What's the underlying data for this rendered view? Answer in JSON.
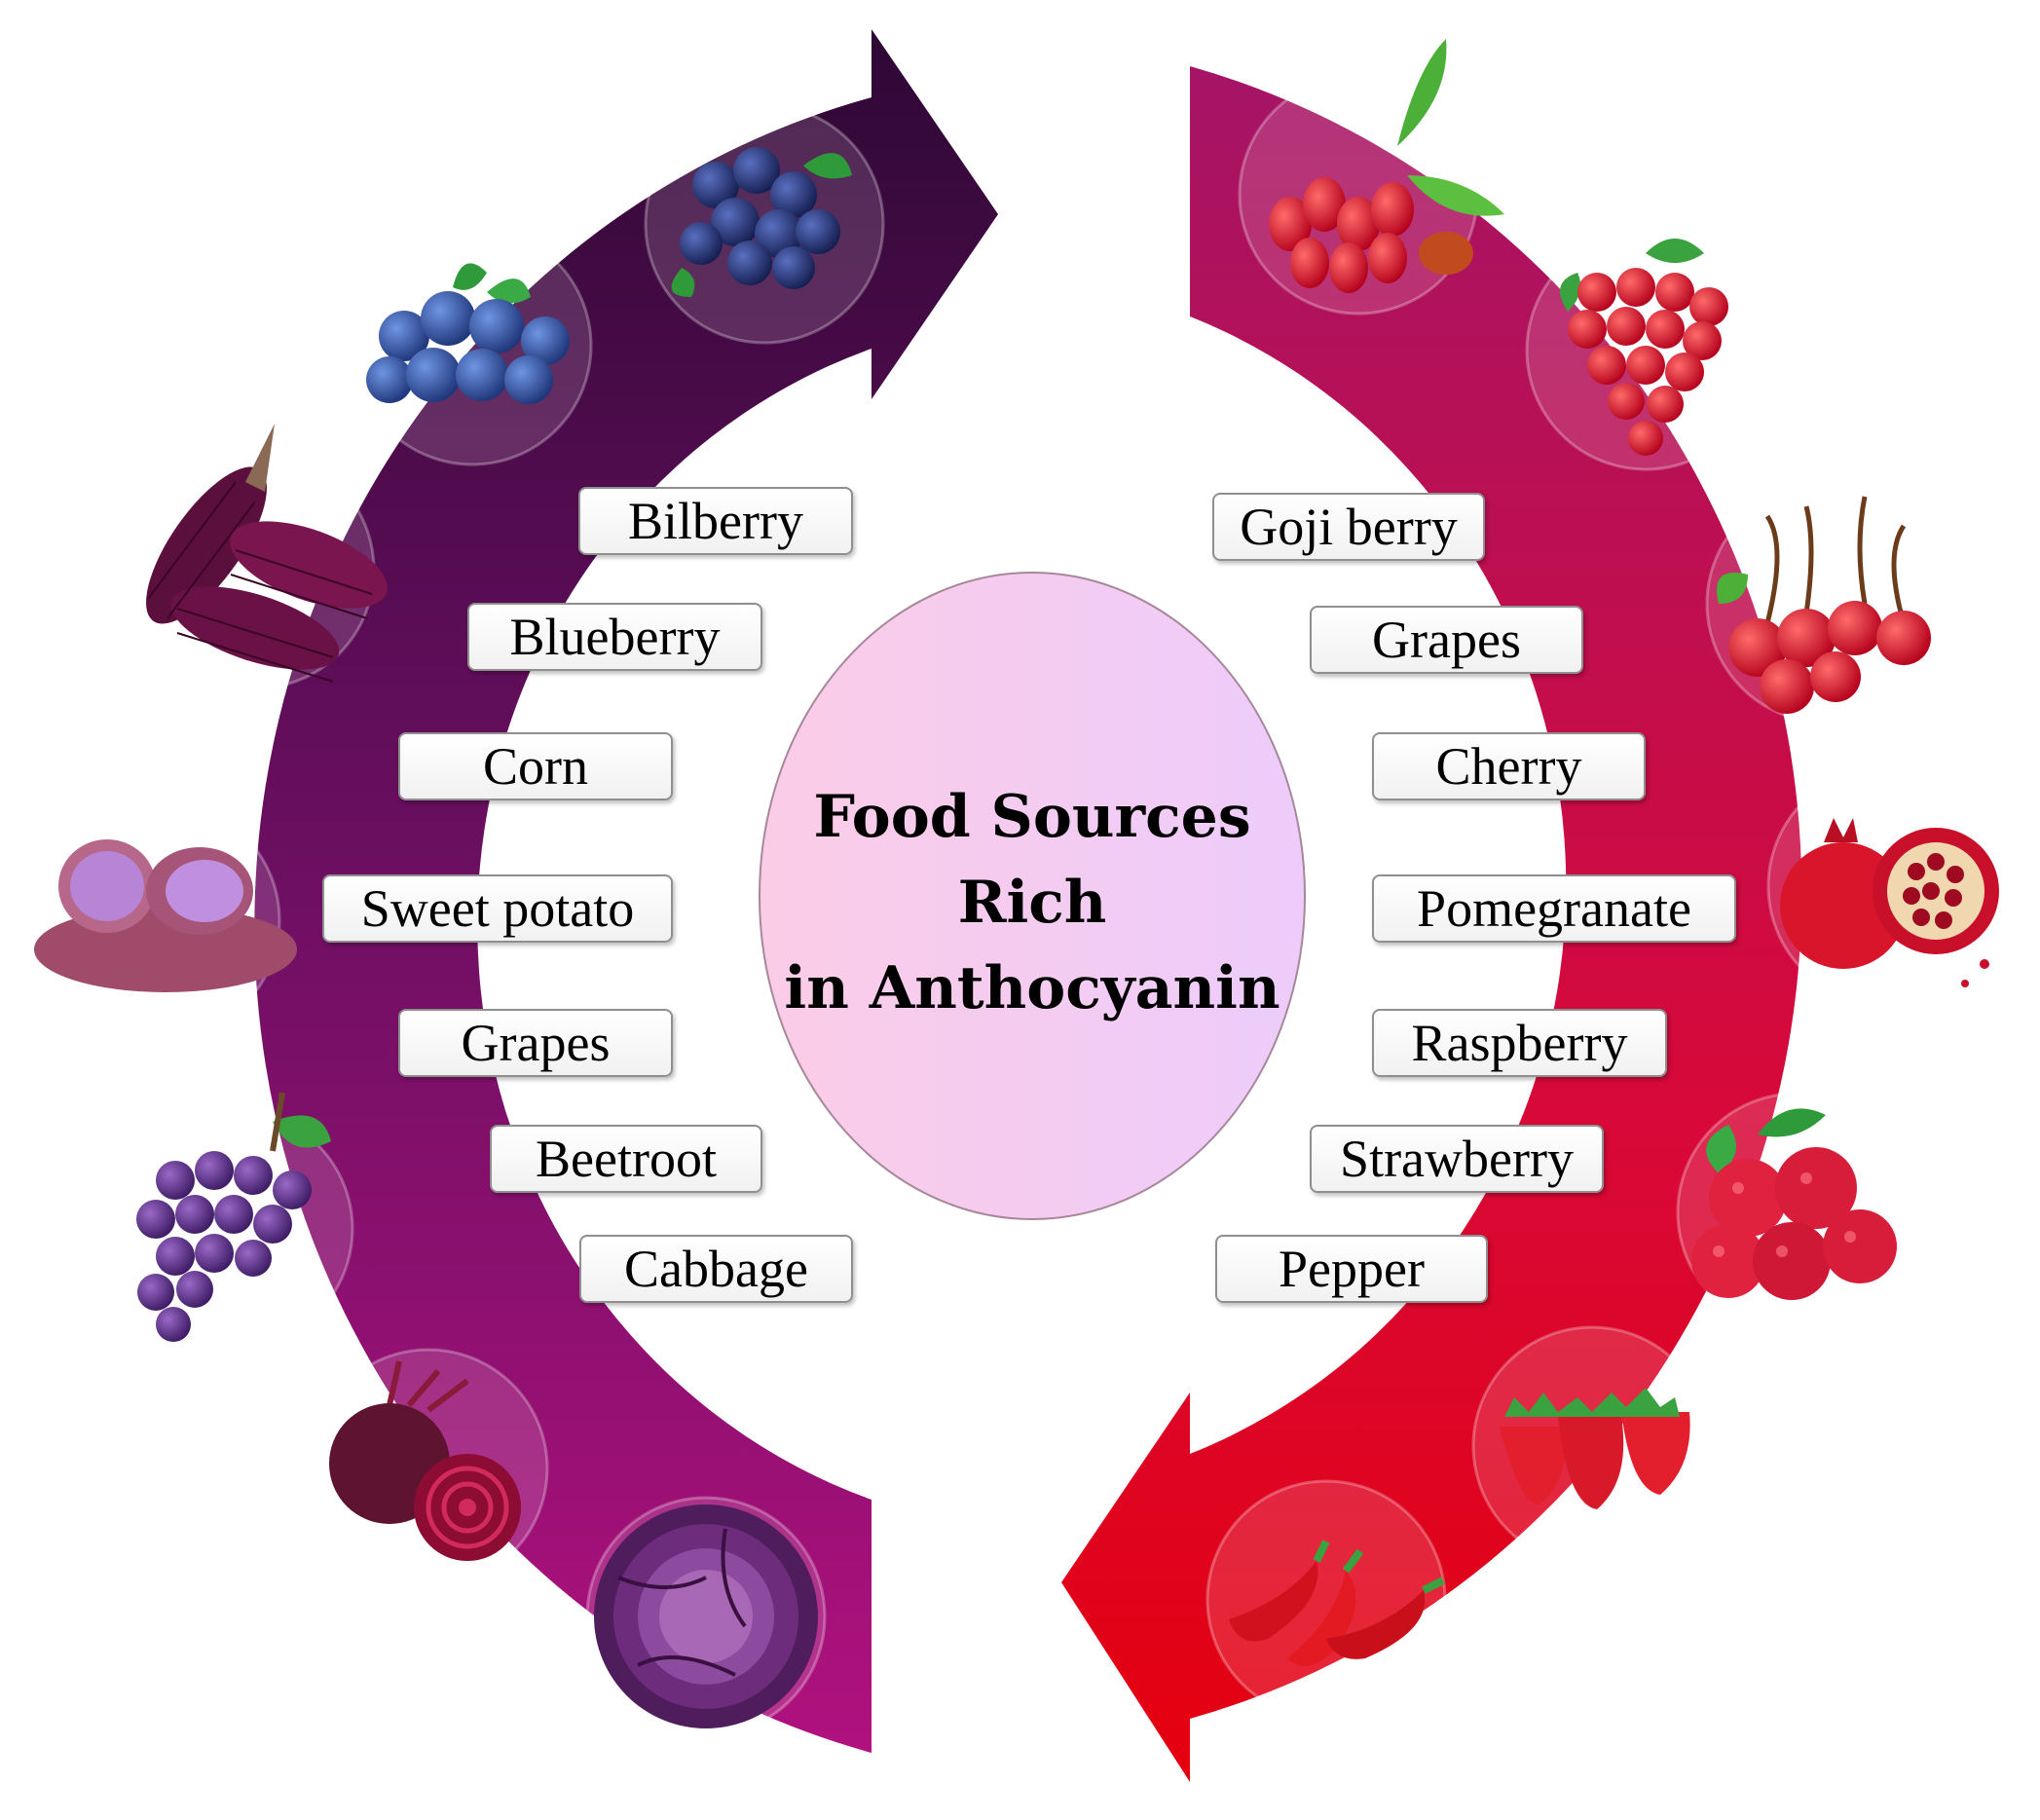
{
  "center": {
    "line1": "Food Sources",
    "line2": "Rich",
    "line3": "in Anthocyanin"
  },
  "left_items": [
    {
      "label": "Bilberry",
      "icon": "bilberry-icon"
    },
    {
      "label": "Blueberry",
      "icon": "blueberry-icon"
    },
    {
      "label": "Corn",
      "icon": "purple-corn-icon"
    },
    {
      "label": "Sweet potato",
      "icon": "sweet-potato-icon"
    },
    {
      "label": "Grapes",
      "icon": "purple-grapes-icon"
    },
    {
      "label": "Beetroot",
      "icon": "beetroot-icon"
    },
    {
      "label": "Cabbage",
      "icon": "red-cabbage-icon"
    }
  ],
  "right_items": [
    {
      "label": "Goji berry",
      "icon": "goji-berry-icon"
    },
    {
      "label": "Grapes",
      "icon": "red-grapes-icon"
    },
    {
      "label": "Cherry",
      "icon": "cherry-icon"
    },
    {
      "label": "Pomegranate",
      "icon": "pomegranate-icon"
    },
    {
      "label": "Raspberry",
      "icon": "raspberry-icon"
    },
    {
      "label": "Strawberry",
      "icon": "strawberry-icon"
    },
    {
      "label": "Pepper",
      "icon": "pepper-icon"
    }
  ],
  "colors": {
    "left_arrow_top": "#2e0835",
    "left_arrow_bottom": "#b0117e",
    "right_arrow_top": "#a51466",
    "right_arrow_bottom": "#e5000e",
    "center_fill_left": "#fbcce6",
    "center_fill_right": "#edccfb"
  }
}
